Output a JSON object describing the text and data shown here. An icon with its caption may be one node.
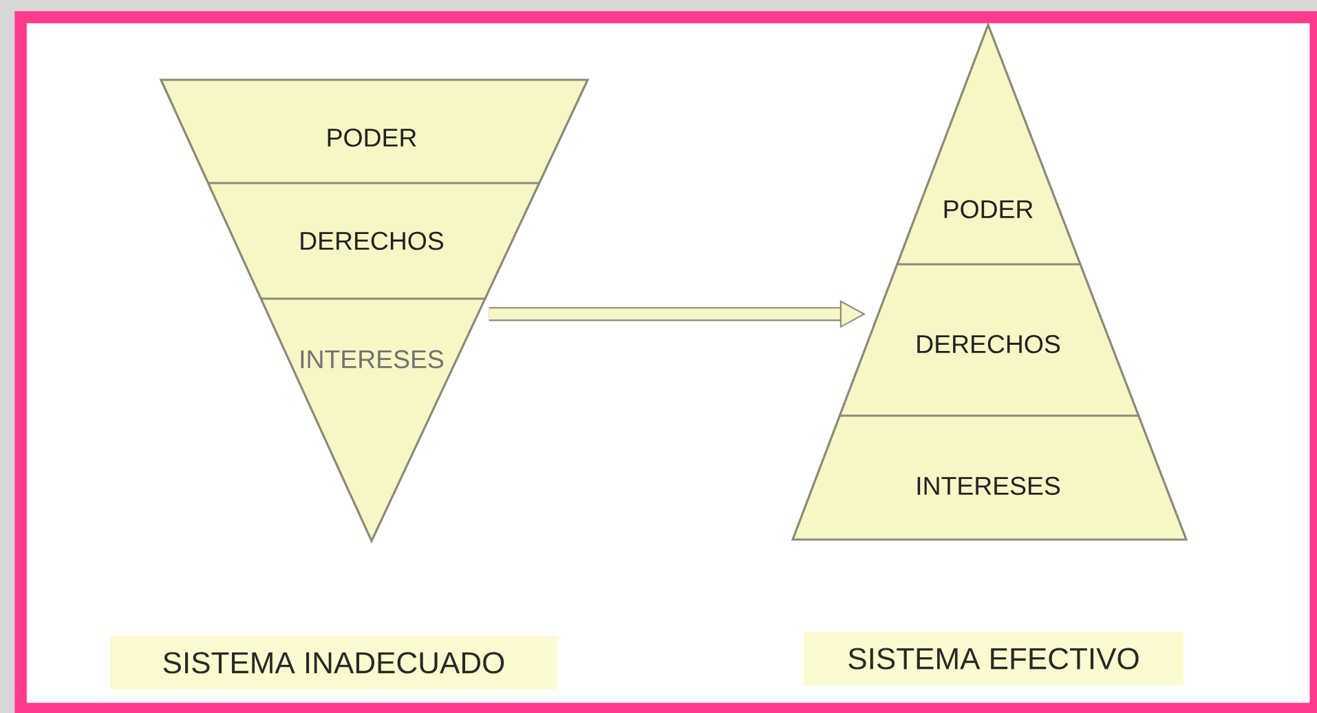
{
  "diagram": {
    "nodes": [
      {
        "text": [],
        "shape": "triangle"
      },
      {
        "text": [
          "PODER"
        ],
        "in": 0
      },
      {
        "text": [
          "DERECHOS"
        ],
        "in": 0
      },
      {
        "text": [
          "INTERESES"
        ],
        "in": 0
      },
      {
        "text": [],
        "shape": "triangle"
      },
      {
        "text": [
          "PODER"
        ],
        "in": 4
      },
      {
        "text": [
          "DERECHOS"
        ],
        "in": 4
      },
      {
        "text": [
          "INTERESES"
        ],
        "in": 4
      },
      {
        "text": [
          "SISTEMA INADECUADO"
        ]
      },
      {
        "text": [
          "SISTEMA EFECTIVO"
        ]
      }
    ],
    "edges": [
      {
        "from": 0,
        "to": 4,
        "arrow": "to"
      }
    ]
  }
}
